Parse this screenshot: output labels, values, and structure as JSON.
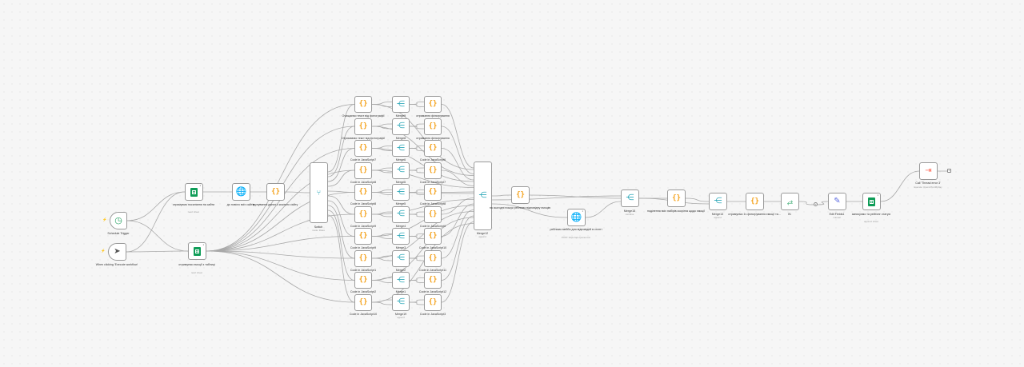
{
  "canvas": {
    "triggers": [
      {
        "id": "schedule",
        "name": "Schedule Trigger",
        "icon": "clock-icon"
      },
      {
        "id": "manual",
        "name": "When clicking 'Execute workflow'",
        "icon": "cursor-icon"
      }
    ],
    "nodes": [
      {
        "id": "sheet1",
        "name": "отримуємо посилання на сайти",
        "sub": "read: sheet",
        "icon": "google-sheets-icon",
        "badge": "1"
      },
      {
        "id": "sheet2",
        "name": "отримуємо ємоції з таблиці",
        "sub": "read: sheet",
        "icon": "google-sheets-icon",
        "badge": "1"
      },
      {
        "id": "http1",
        "name": "до нового всіх сайтів",
        "sub": "",
        "icon": "globe-icon"
      },
      {
        "id": "code1",
        "name": "групування даних з кожного сайту",
        "sub": "",
        "icon": "code-icon"
      },
      {
        "id": "switch1",
        "name": "Switch",
        "sub": "mode: Rules",
        "icon": "switch-icon"
      },
      {
        "id": "merge12",
        "name": "Merge12",
        "sub": "append",
        "icon": "merge-icon"
      },
      {
        "id": "code_c",
        "name": "на сьогодні пошук ребнимо відповідну ємоцію",
        "sub": "",
        "icon": "code-icon"
      },
      {
        "id": "http2",
        "name": "ребнимо мейби для відповідей в статті",
        "sub": "POST: https://api.openai.com",
        "icon": "globe-icon",
        "badge": "1"
      },
      {
        "id": "merge15",
        "name": "Merge15",
        "sub": "combine",
        "icon": "merge-icon"
      },
      {
        "id": "code_d",
        "name": "поділення всіх набірів скорінга щодо ємоції",
        "sub": "",
        "icon": "code-icon"
      },
      {
        "id": "merge13",
        "name": "Merge13",
        "sub": "append",
        "icon": "merge-icon"
      },
      {
        "id": "code_e",
        "name": "отримуємо 1ч фільтрування ємоції та...",
        "sub": "",
        "icon": "code-icon"
      },
      {
        "id": "if1",
        "name": "If1",
        "sub": "",
        "icon": "filter-icon"
      },
      {
        "id": "edit1",
        "name": "Edit Fields1",
        "sub": "manual",
        "icon": "pencil-icon"
      },
      {
        "id": "sheet3",
        "name": "записуємо та рейтинг статусі",
        "sub": "append: sheet",
        "icon": "google-sheets-icon",
        "badge": "1"
      },
      {
        "id": "exec1",
        "name": "Call 'Thread error 3'",
        "sub": "Execute: OpenAITurnByDay",
        "icon": "execute-workflow-icon"
      }
    ],
    "grid_columns": [
      {
        "name": "code-column-a",
        "items": [
          "Очищаємо текст від фотографії",
          "Отримаємо текст від фотографії",
          "Code in JavaScript7",
          "Code in JavaScript8",
          "Code in JavaScript8",
          "Code in JavaScript9",
          "Code in JavaScript9",
          "Code in JavaScript1",
          "Code in JavaScript2",
          "Code in JavaScript10"
        ]
      },
      {
        "name": "merge-column",
        "items": [
          "Merge9",
          "Merge8",
          "Merge6",
          "Merge6",
          "Merge5",
          "Merge4",
          "Merge3",
          "Merge2",
          "Merge1",
          "Merge19"
        ],
        "sub": "append"
      },
      {
        "name": "code-column-b",
        "items": [
          "отримання фільтрування",
          "отримання фільтрування",
          "Code in JavaScript6",
          "Code in JavaScript7",
          "Code in JavaScript8",
          "Code in JavaScript9",
          "Code in JavaScript10",
          "Code in JavaScript11",
          "Code in JavaScript12",
          "Code in JavaScript3"
        ]
      }
    ]
  }
}
